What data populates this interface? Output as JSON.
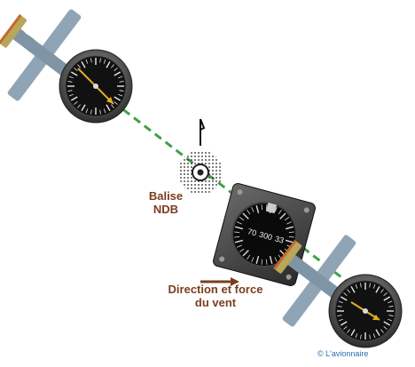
{
  "labels": {
    "ndb_line1": "Balise",
    "ndb_line2": "NDB",
    "wind_line1": "Direction et force",
    "wind_line2": "du vent",
    "copyright": "© L'avionnaire"
  },
  "instrument": {
    "heading_digits": [
      "70",
      "300",
      "33"
    ]
  },
  "colors": {
    "track_line": "#3fa14a",
    "label_text": "#7a3e1f",
    "wind_arrow": "#7a3e1f",
    "copyright": "#2a6fb5",
    "aircraft_fuselage": "#7f95a5",
    "aircraft_wing": "#8fa5b5",
    "aircraft_tail": "#b8a65a",
    "aircraft_trim": "#c46a2b",
    "dial_face": "#111111",
    "needle": "#e0b020"
  }
}
